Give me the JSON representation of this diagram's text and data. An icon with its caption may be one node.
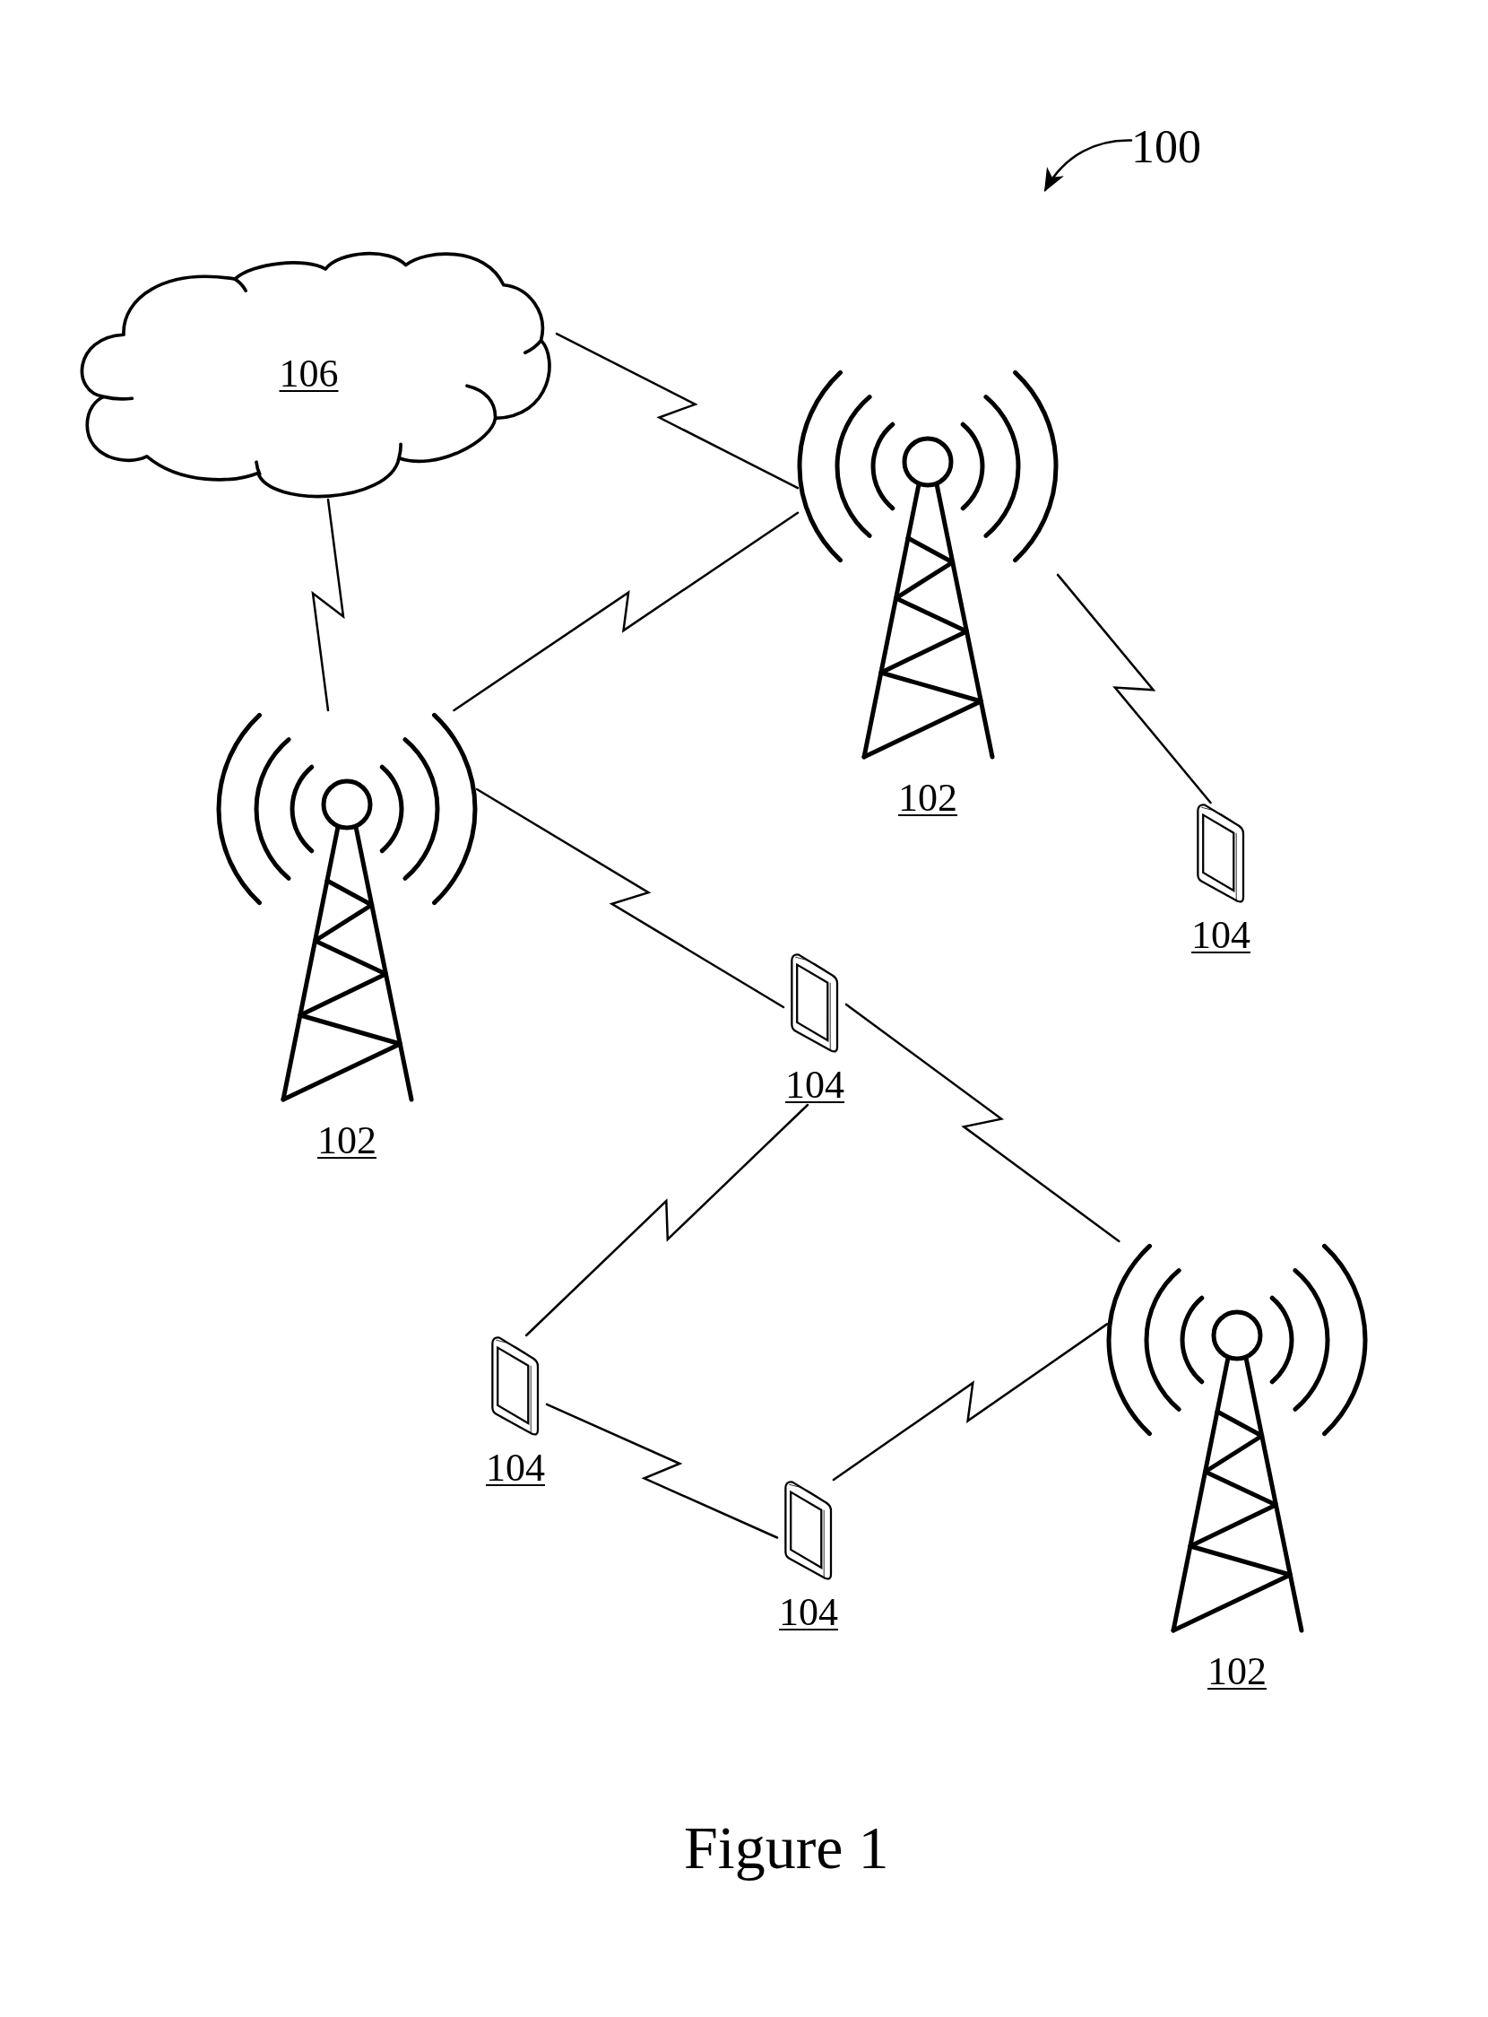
{
  "diagram": {
    "caption": "Figure 1",
    "nodes": [
      {
        "text": [
          "100"
        ]
      },
      {
        "text": [
          "106"
        ]
      },
      {
        "text": [
          "102"
        ]
      },
      {
        "text": [
          "102"
        ]
      },
      {
        "text": [
          "104"
        ]
      },
      {
        "text": [
          "104"
        ]
      },
      {
        "text": [
          "102"
        ]
      },
      {
        "text": [
          "104"
        ]
      },
      {
        "text": [
          "104"
        ]
      }
    ],
    "edges": [
      {
        "from": 1,
        "to": 2,
        "arrow": "none"
      },
      {
        "from": 1,
        "to": 3,
        "arrow": "none"
      },
      {
        "from": 3,
        "to": 2,
        "arrow": "none"
      },
      {
        "from": 2,
        "to": 4,
        "arrow": "none"
      },
      {
        "from": 3,
        "to": 5,
        "arrow": "none"
      },
      {
        "from": 5,
        "to": 6,
        "arrow": "none"
      },
      {
        "from": 5,
        "to": 7,
        "arrow": "none"
      },
      {
        "from": 7,
        "to": 8,
        "arrow": "none"
      },
      {
        "from": 8,
        "to": 6,
        "arrow": "none"
      },
      {
        "from": 0,
        "to": null,
        "arrow": "to"
      }
    ]
  }
}
